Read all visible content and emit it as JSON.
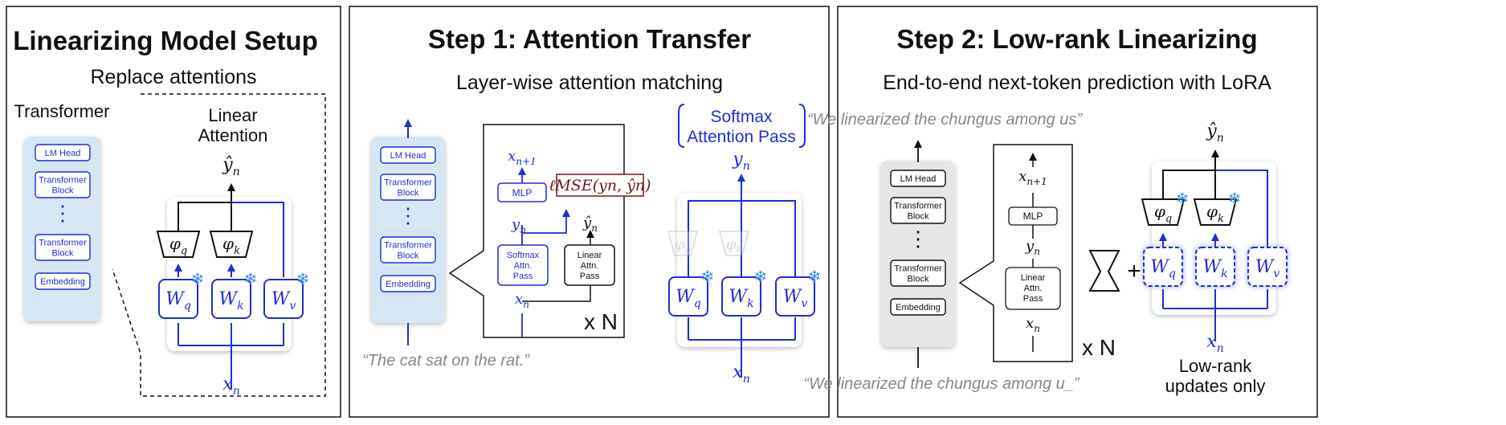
{
  "panel1": {
    "title": "Linearizing Model Setup",
    "subtitle": "Replace attentions",
    "transformer_label": "Transformer",
    "linear_attention_label_1": "Linear",
    "linear_attention_label_2": "Attention",
    "stack": [
      "LM Head",
      "Transformer|Block",
      "⋮",
      "Transformer|Block",
      "Embedding"
    ],
    "output": "ŷn",
    "input": "xn",
    "phi_q": "φq",
    "phi_k": "φk",
    "w_q": "Wq",
    "w_k": "Wk",
    "w_v": "Wv"
  },
  "panel2": {
    "title": "Step 1: Attention Transfer",
    "subtitle": "Layer-wise attention matching",
    "softmax_pass_1": "Softmax",
    "softmax_pass_2": "Attention Pass",
    "stack": [
      "LM Head",
      "Transformer|Block",
      "⋮",
      "Transformer|Block",
      "Embedding"
    ],
    "x_next": "xn+1",
    "mlp": "MLP",
    "y_n": "yn",
    "y_hat": "ŷn",
    "x_n": "xn",
    "softmax_block": "Softmax|Attn.|Pass",
    "linear_block": "Linear|Attn.|Pass",
    "loss": "ℓMSE(yn, ŷn)",
    "times_n": "x N",
    "quote": "“The cat sat on the rat.”",
    "phi_q": "φq",
    "phi_k": "φk",
    "w_q": "Wq",
    "w_k": "Wk",
    "w_v": "Wv"
  },
  "panel3": {
    "title": "Step 2: Low-rank Linearizing",
    "subtitle": "End-to-end next-token prediction with LoRA",
    "quote_top": "“We linearized the chungus among us”",
    "quote_bottom": "“We linearized the chungus among u_”",
    "stack": [
      "LM Head",
      "Transformer|Block",
      "⋮",
      "Transformer|Block",
      "Embedding"
    ],
    "x_next": "xn+1",
    "mlp": "MLP",
    "y_n": "yn",
    "linear_block": "Linear|Attn.|Pass",
    "x_n": "xn",
    "times_n": "x N",
    "plus": "+",
    "output": "ŷn",
    "input": "xn",
    "lowrank_1": "Low-rank",
    "lowrank_2": "updates only",
    "phi_q": "φq",
    "phi_k": "φk",
    "w_q": "Wq",
    "w_k": "Wk",
    "w_v": "Wv"
  },
  "colors": {
    "blue": "#1f2fd0",
    "stack_fill": "#d6e6f5",
    "gray_fill": "#e6e6e6",
    "loss": "#6b1a1a",
    "quote": "#888888"
  }
}
